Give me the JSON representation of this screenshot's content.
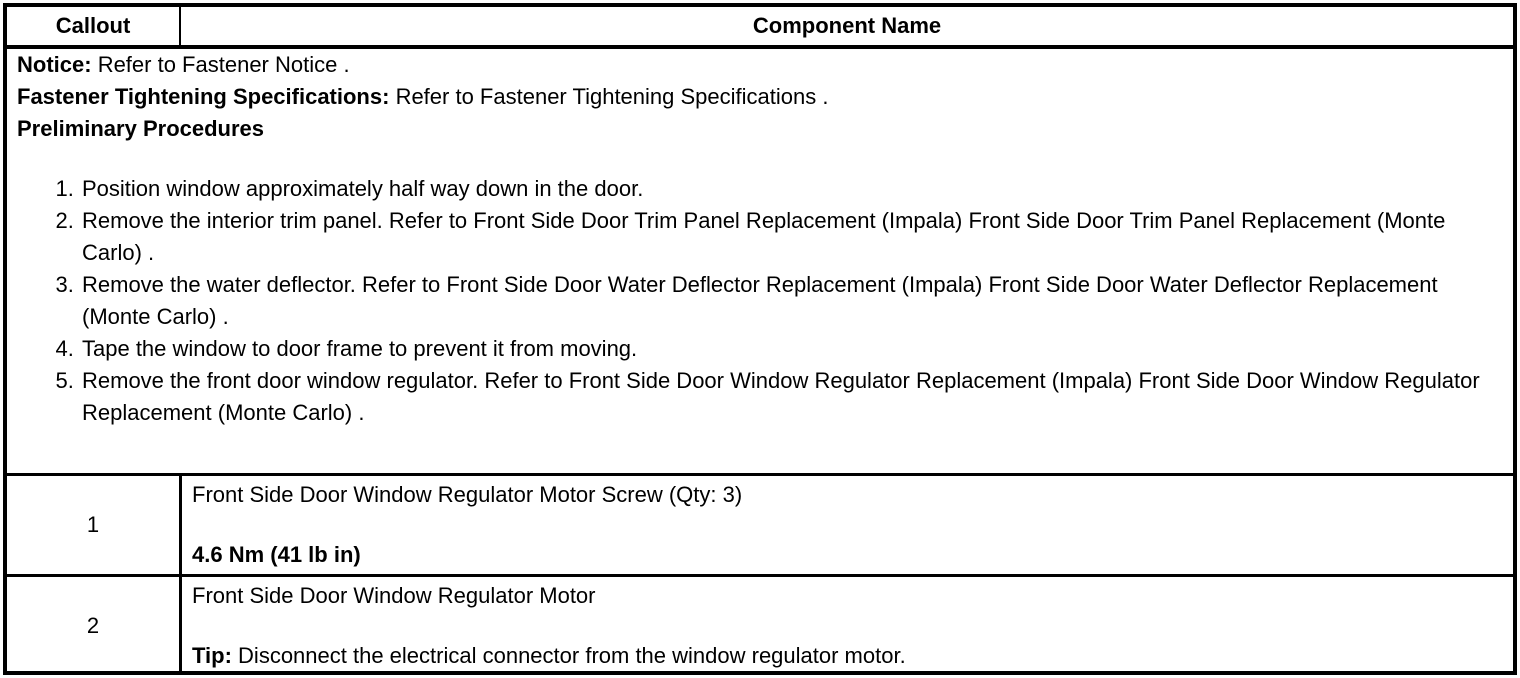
{
  "header": {
    "callout": "Callout",
    "component_name": "Component Name"
  },
  "notes": {
    "notice_label": "Notice:",
    "notice_text": "Refer to Fastener Notice .",
    "fastener_label": "Fastener Tightening Specifications:",
    "fastener_text": "Refer to Fastener Tightening Specifications .",
    "preliminary_heading": "Preliminary Procedures",
    "steps": [
      "Position window approximately half way down in the door.",
      "Remove the interior trim panel. Refer to Front Side Door Trim Panel Replacement (Impala) Front Side Door Trim Panel Replacement (Monte Carlo) .",
      "Remove the water deflector. Refer to Front Side Door Water Deflector Replacement (Impala) Front Side Door Water Deflector Replacement (Monte Carlo) .",
      "Tape the window to door frame to prevent it from moving.",
      "Remove the front door window regulator. Refer to Front Side Door Window Regulator Replacement (Impala) Front Side Door Window Regulator Replacement (Monte Carlo) ."
    ]
  },
  "rows": [
    {
      "callout": "1",
      "component": "Front Side Door Window Regulator Motor Screw (Qty: 3)",
      "torque": "4.6 Nm (41 lb in)"
    },
    {
      "callout": "2",
      "component": "Front Side Door Window Regulator Motor",
      "tip_label": "Tip:",
      "tip_text": "Disconnect the electrical connector from the window regulator motor."
    }
  ],
  "colors": {
    "border": "#000000",
    "text": "#000000",
    "background": "#ffffff"
  }
}
